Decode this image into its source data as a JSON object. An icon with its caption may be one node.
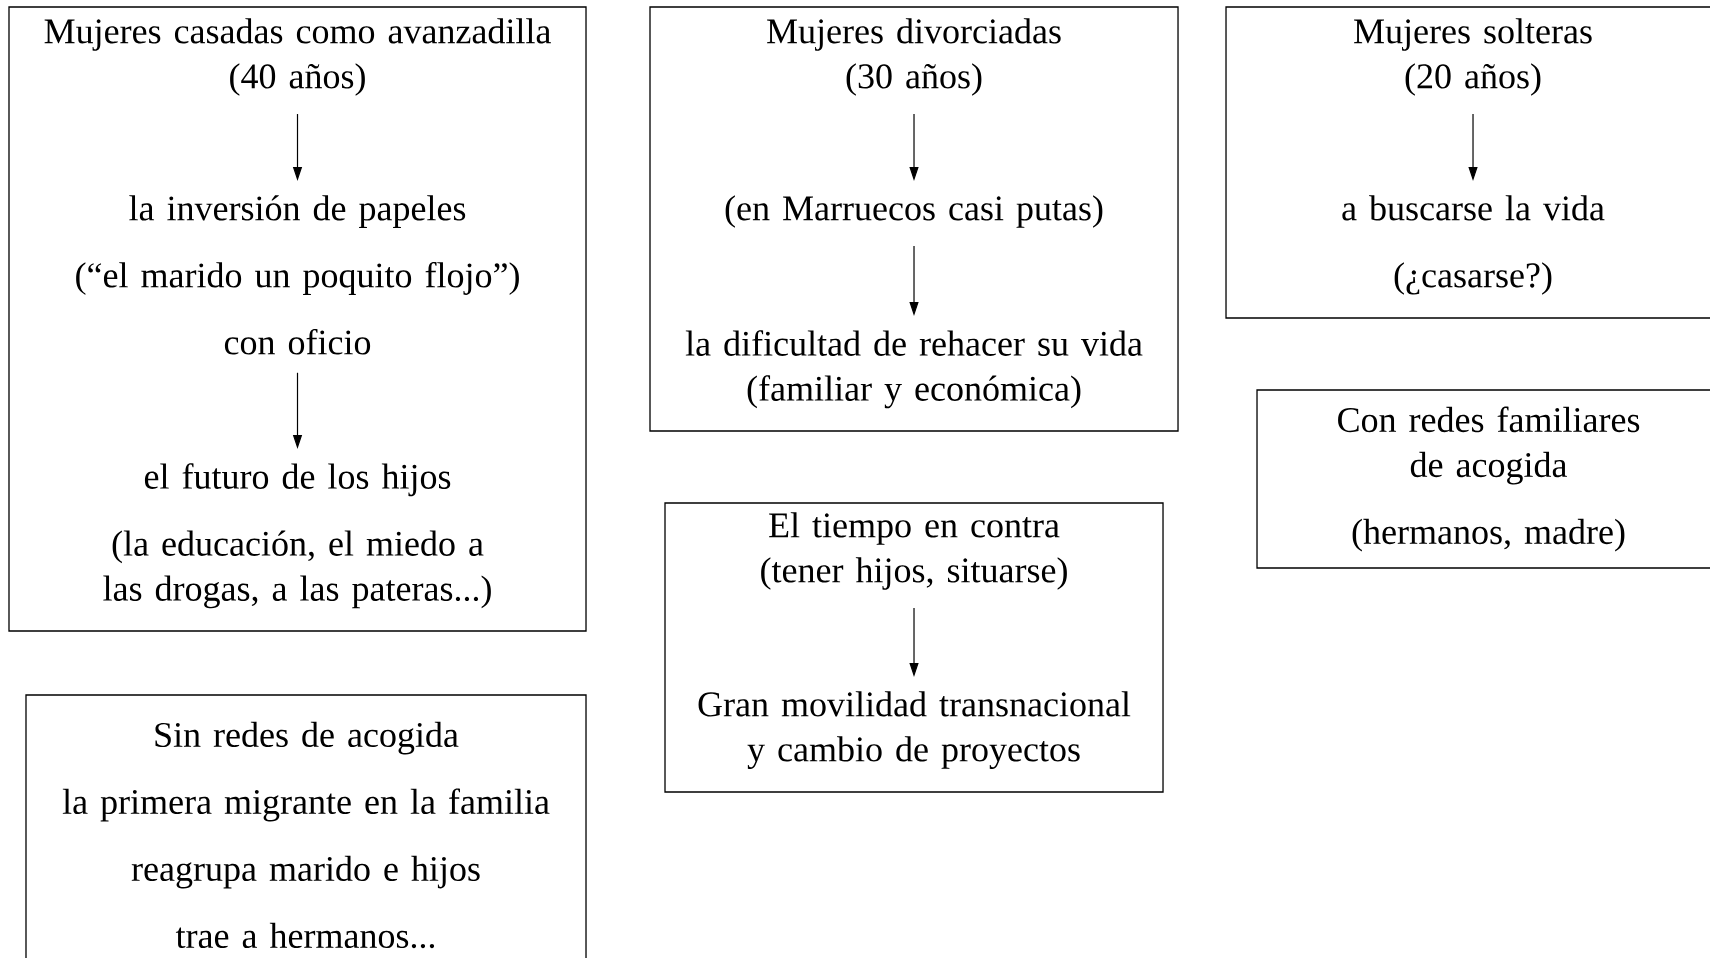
{
  "diagram": {
    "nodes": [
      {
        "text": [],
        "shape": "box"
      },
      {
        "text": [
          "Mujeres casadas como avanzadilla",
          "(40 años)"
        ],
        "in": 0
      },
      {
        "text": [
          "la inversión de papeles",
          "(“el marido un poquito flojo”)",
          "con oficio"
        ],
        "in": 0
      },
      {
        "text": [
          "el futuro de los hijos",
          "(la educación, el miedo a las drogas, a las pateras...)"
        ],
        "in": 0
      },
      {
        "text": [],
        "shape": "box"
      },
      {
        "text": [
          "Mujeres divorciadas",
          "(30 años)"
        ],
        "in": 4
      },
      {
        "text": [
          "(en Marruecos casi putas)"
        ],
        "in": 4
      },
      {
        "text": [
          "la dificultad de rehacer su vida",
          "(familiar y económica)"
        ],
        "in": 4
      },
      {
        "text": [],
        "shape": "box"
      },
      {
        "text": [
          "Mujeres solteras",
          "(20 años)"
        ],
        "in": 8
      },
      {
        "text": [
          "a buscarse la vida",
          "(¿casarse?)"
        ],
        "in": 8
      },
      {
        "text": [
          "Con redes familiares de acogida",
          "(hermanos, madre)"
        ]
      },
      {
        "text": [],
        "shape": "box"
      },
      {
        "text": [
          "El tiempo en contra",
          "(tener hijos, situarse)"
        ],
        "in": 12
      },
      {
        "text": [
          "Gran movilidad transnacional y cambio de proyectos"
        ],
        "in": 12
      },
      {
        "text": [
          "Sin redes de acogida",
          "la primera migrante en la familia",
          "reagrupa marido e hijos",
          "trae a hermanos..."
        ]
      }
    ],
    "edges": [
      {
        "from": 1,
        "to": 2,
        "arrow": "to"
      },
      {
        "from": 2,
        "to": 3,
        "arrow": "to"
      },
      {
        "from": 5,
        "to": 6,
        "arrow": "to"
      },
      {
        "from": 6,
        "to": 7,
        "arrow": "to"
      },
      {
        "from": 9,
        "to": 10,
        "arrow": "to"
      },
      {
        "from": 13,
        "to": 14,
        "arrow": "to"
      }
    ]
  }
}
